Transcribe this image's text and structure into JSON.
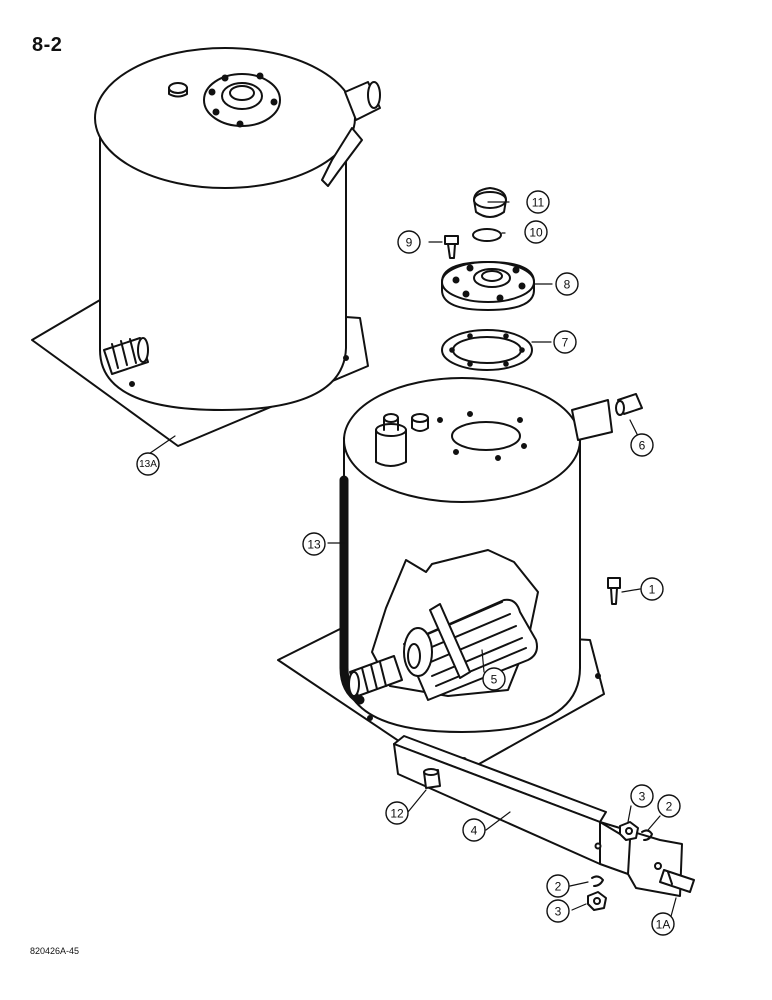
{
  "page_number": "8-2",
  "reference_code": "820426A-45",
  "callouts": [
    {
      "label": "1"
    },
    {
      "label": "2"
    },
    {
      "label": "2"
    },
    {
      "label": "3"
    },
    {
      "label": "3"
    },
    {
      "label": "4"
    },
    {
      "label": "5"
    },
    {
      "label": "6"
    },
    {
      "label": "7"
    },
    {
      "label": "8"
    },
    {
      "label": "9"
    },
    {
      "label": "10"
    },
    {
      "label": "11"
    },
    {
      "label": "12"
    },
    {
      "label": "13"
    },
    {
      "label": "13A"
    },
    {
      "label": "1A"
    }
  ]
}
